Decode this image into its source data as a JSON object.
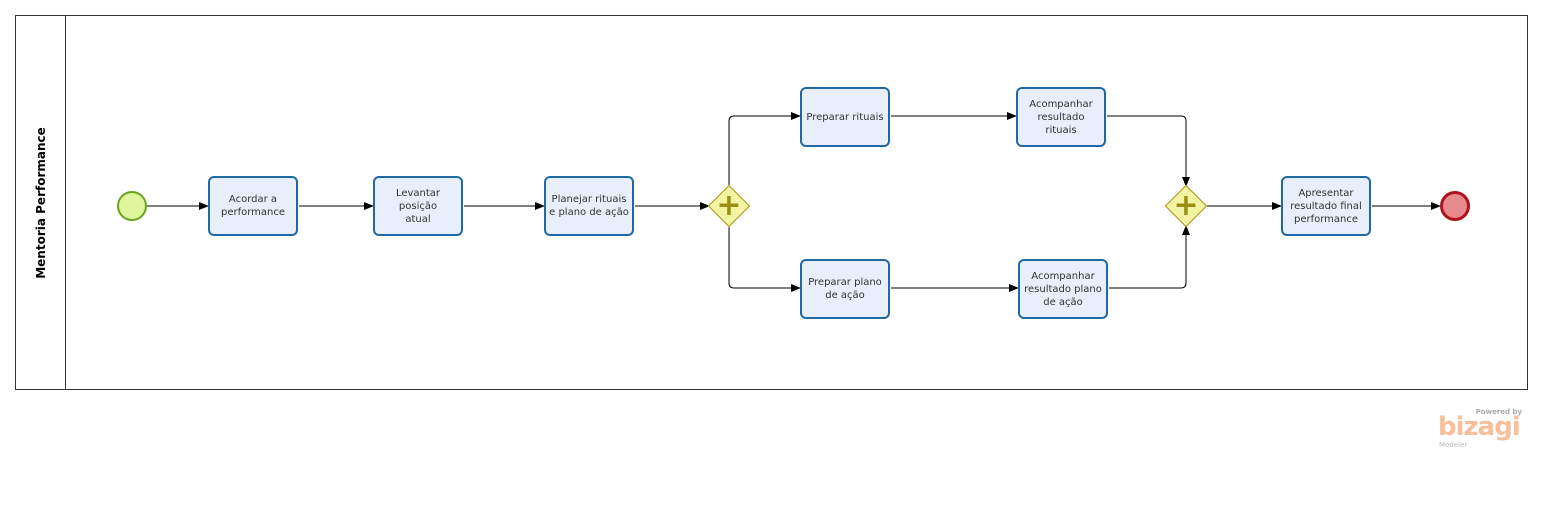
{
  "lane": {
    "title": "Mentoria Performance"
  },
  "tasks": {
    "acordar": "Acordar a\nperformance",
    "levantar": "Levantar posição\natual",
    "planejar": "Planejar rituais\ne plano de ação",
    "preparar_rituais": "Preparar rituais",
    "acompanhar_rituais": "Acompanhar\nresultado rituais",
    "preparar_plano": "Preparar plano\nde ação",
    "acompanhar_plano": "Acompanhar\nresultado plano\nde ação",
    "apresentar": "Apresentar\nresultado final\nperformance"
  },
  "gateways": {
    "symbol": "+"
  },
  "logo": {
    "powered": "Powered by",
    "name": "bizagi",
    "sub": "Modeler"
  },
  "colors": {
    "task_border": "#1f6aa5",
    "task_fill": "#e8eefb",
    "gateway_fill": "#f3f3a4",
    "start_fill": "#dff79c",
    "end_fill": "#e78a8e"
  }
}
